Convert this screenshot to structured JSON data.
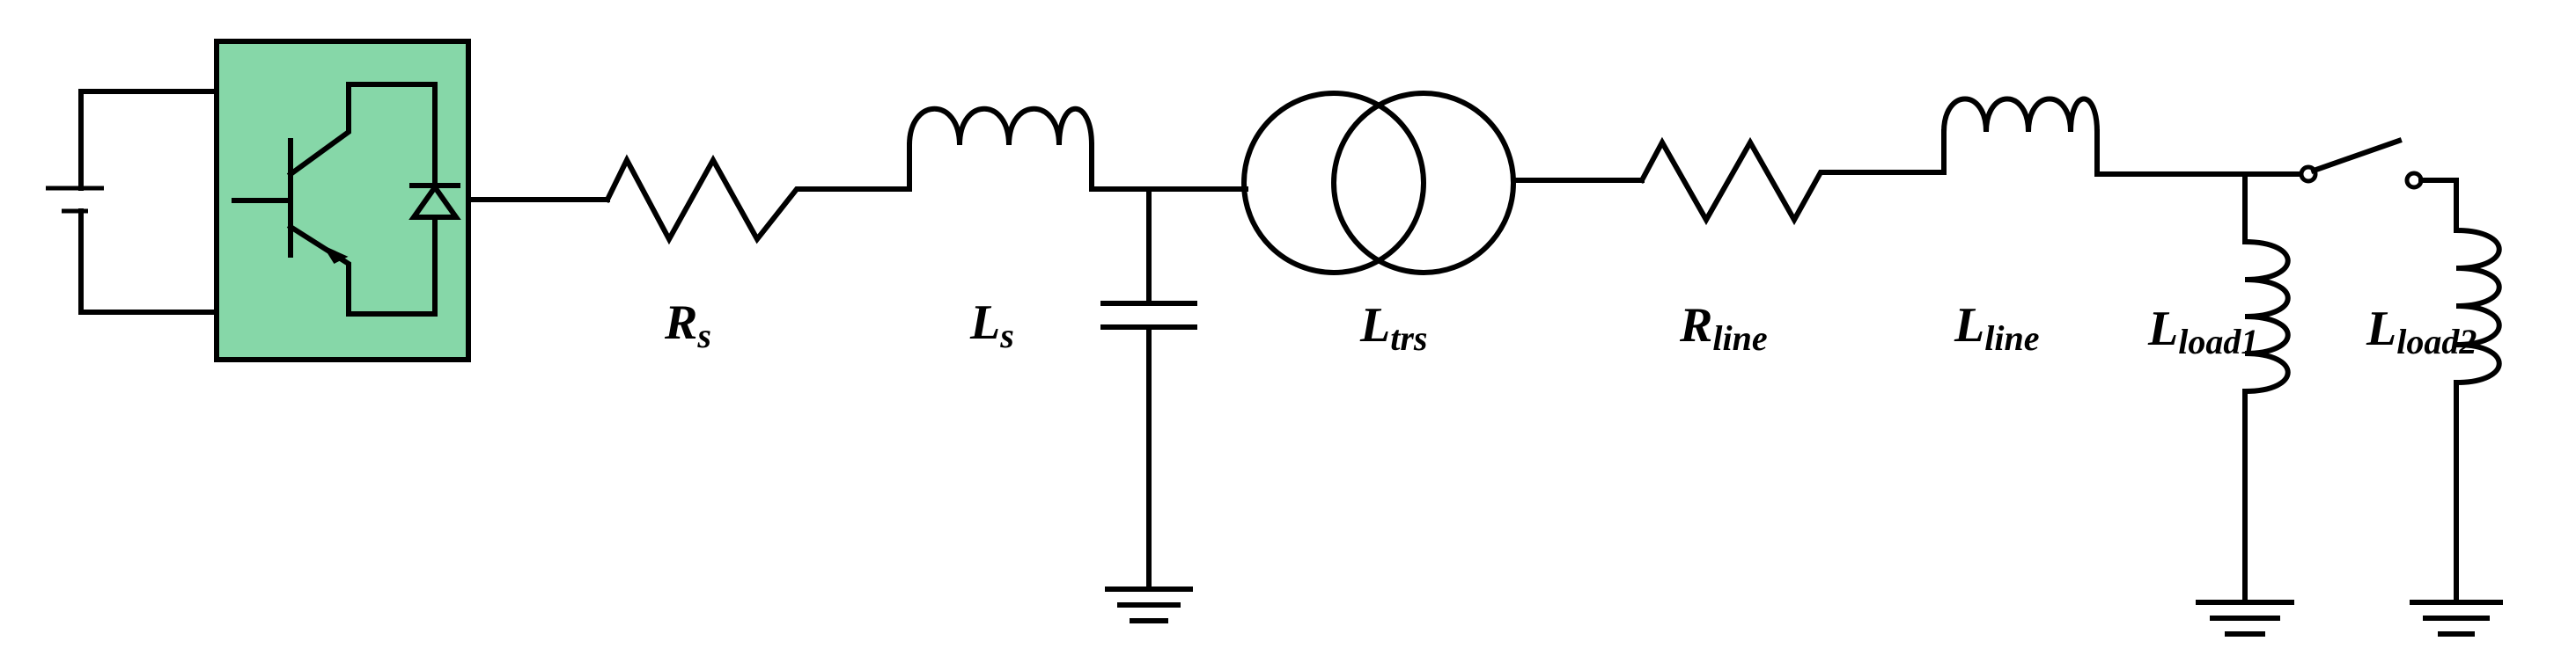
{
  "colors": {
    "converter_fill": "#86d7a8",
    "line": "#000000"
  },
  "labels": {
    "rs": {
      "main": "R",
      "sub": "s"
    },
    "ls": {
      "main": "L",
      "sub": "s"
    },
    "ltrs": {
      "main": "L",
      "sub": "trs"
    },
    "rline": {
      "main": "R",
      "sub": "line"
    },
    "lline": {
      "main": "L",
      "sub": "line"
    },
    "lload1": {
      "main": "L",
      "sub": "load1"
    },
    "lload2": {
      "main": "L",
      "sub": "load2"
    }
  },
  "icons": {
    "source": "dc-battery-icon",
    "converter": "igbt-with-diode-icon",
    "ground": "ground-icon",
    "switch": "switch-icon"
  }
}
